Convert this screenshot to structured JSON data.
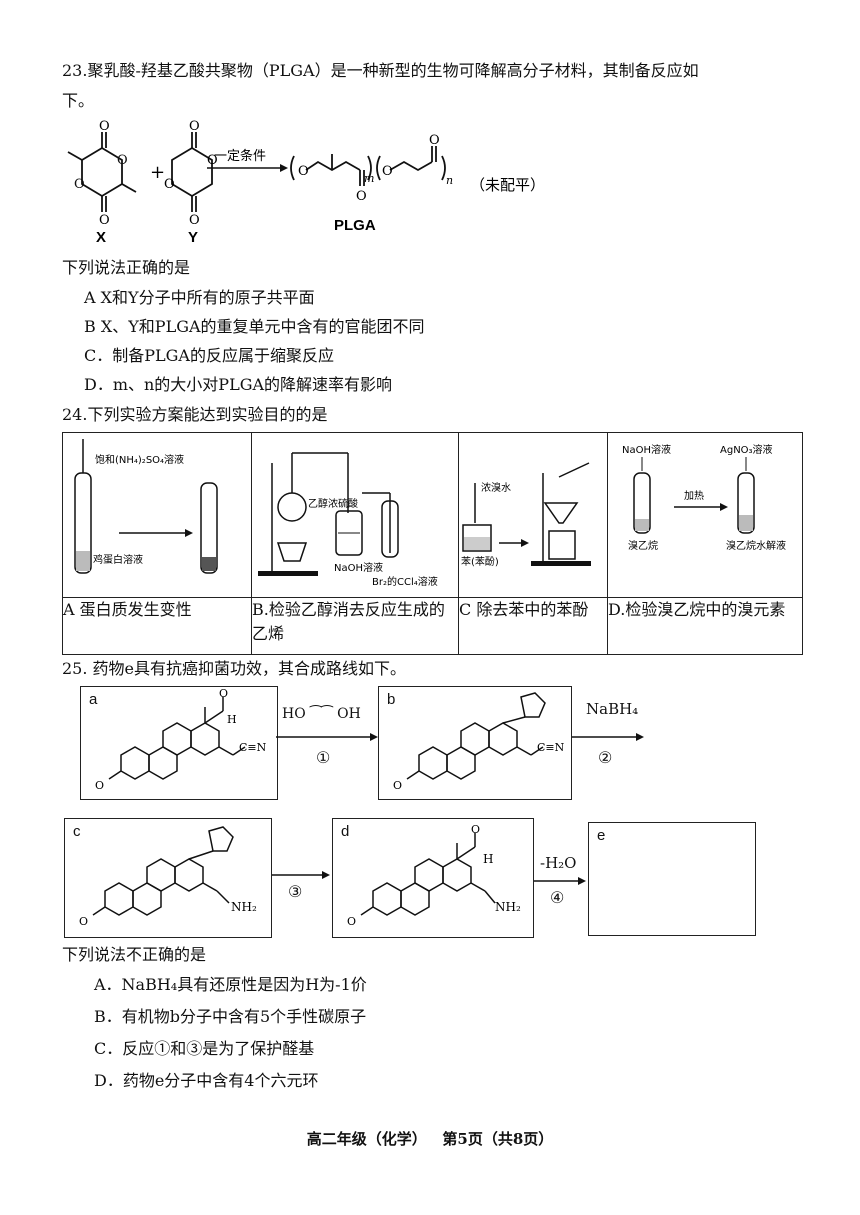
{
  "q23": {
    "stem_line1": "23.聚乳酸-羟基乙酸共聚物（PLGA）是一种新型的生物可降解高分子材料，其制备反应如",
    "stem_line2": "下。",
    "label_x": "X",
    "label_y": "Y",
    "label_plga": "PLGA",
    "plus": "+",
    "condition": "一定条件",
    "note": "（未配平）",
    "sub_m": "m",
    "sub_n": "n",
    "prompt": "下列说法正确的是",
    "options": [
      "A  X和Y分子中所有的原子共平面",
      "B  X、Y和PLGA的重复单元中含有的官能团不同",
      "C．制备PLGA的反应属于缩聚反应",
      "D．m、n的大小对PLGA的降解速率有影响"
    ]
  },
  "q24": {
    "stem": "24.下列实验方案能达到实验目的的是",
    "fig_a": {
      "reagent": "饱和(NH₄)₂SO₄溶液",
      "sample": "鸡蛋白溶液"
    },
    "fig_b": {
      "reagent": "乙醇浓硫酸",
      "trap": "NaOH溶液",
      "test": "Br₂的CCl₄溶液"
    },
    "fig_c": {
      "reagent": "浓溴水",
      "sample": "苯(苯酚)"
    },
    "fig_d": {
      "reagent1": "NaOH溶液",
      "reagent2": "AgNO₃溶液",
      "step": "加热",
      "sample1": "溴乙烷",
      "sample2": "溴乙烷水解液"
    },
    "captions": [
      "A 蛋白质发生变性",
      "B.检验乙醇消去反应生成的乙烯",
      "C 除去苯中的苯酚",
      "D.检验溴乙烷中的溴元素"
    ]
  },
  "q25": {
    "stem": "25.  药物e具有抗癌抑菌功效，其合成路线如下。",
    "box_labels": [
      "a",
      "b",
      "c",
      "d",
      "e"
    ],
    "reagent1": "HO⁀⁀OH",
    "reagent1_ho": "HO",
    "reagent1_oh": "OH",
    "step1": "①",
    "reagent2": "NaBH₄",
    "step2": "②",
    "step3": "③",
    "reagent4": "-H₂O",
    "step4": "④",
    "group_cn": "C≡N",
    "group_nh2": "NH₂",
    "group_h": "H",
    "prompt": "下列说法不正确的是",
    "options": [
      "A．NaBH₄具有还原性是因为H为-1价",
      "B．有机物b分子中含有5个手性碳原子",
      "C．反应①和③是为了保护醛基",
      "D．药物e分子中含有4个六元环"
    ]
  },
  "footer": "高二年级（化学）   第5页（共8页）"
}
